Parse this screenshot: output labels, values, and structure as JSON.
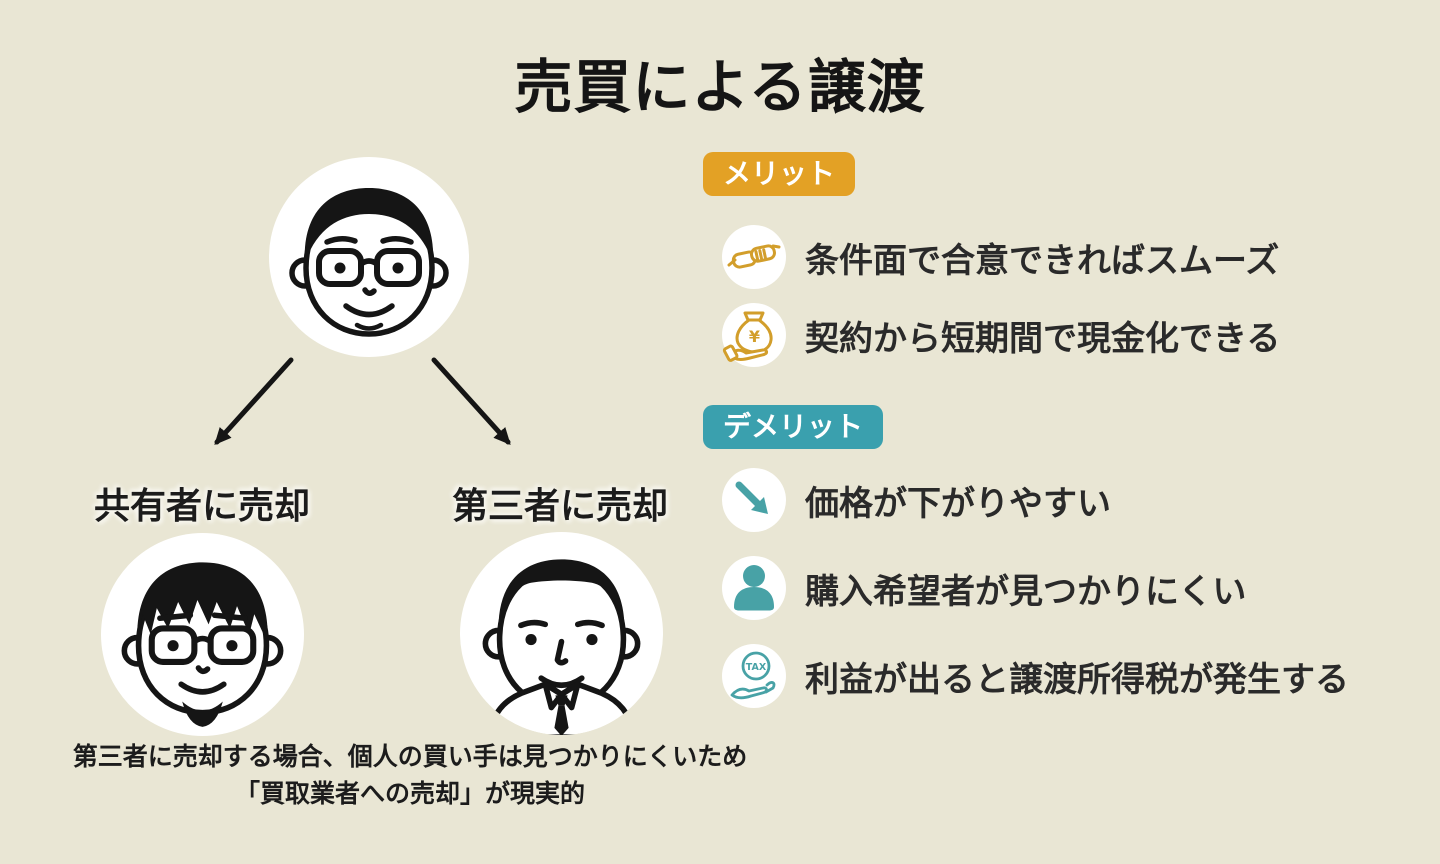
{
  "page": {
    "title": "売買による譲渡"
  },
  "colors": {
    "background": "#e9e6d4",
    "title_text": "#151515",
    "body_text": "#2a2a2a",
    "merit_badge": "#e3a125",
    "merit_icon_accent": "#d29e2b",
    "demerit_badge": "#3aa0ae",
    "demerit_icon_accent": "#48a2a6",
    "arrow": "#151515",
    "circle_fill": "#ffffff"
  },
  "flow": {
    "source_person_icon": "man-glasses-avatar",
    "branches": [
      {
        "label": "共有者に売却",
        "person_icon": "man-glasses-beard-avatar"
      },
      {
        "label": "第三者に売却",
        "person_icon": "man-shirt-tie-avatar"
      }
    ],
    "note_line1": "第三者に売却する場合、個人の買い手は見つかりにくいため",
    "note_line2": "「買取業者への売却」が現実的"
  },
  "merits": {
    "badge": "メリット",
    "badge_color": "#e3a125",
    "items": [
      {
        "icon": "handshake-icon",
        "text": "条件面で合意できればスムーズ"
      },
      {
        "icon": "money-bag-hand-icon",
        "text": "契約から短期間で現金化できる"
      }
    ]
  },
  "demerits": {
    "badge": "デメリット",
    "badge_color": "#3aa0ae",
    "items": [
      {
        "icon": "price-down-arrow-icon",
        "text": "価格が下がりやすい"
      },
      {
        "icon": "buyer-person-icon",
        "text": "購入希望者が見つかりにくい"
      },
      {
        "icon": "tax-hand-icon",
        "text": "利益が出ると譲渡所得税が発生する"
      }
    ]
  }
}
